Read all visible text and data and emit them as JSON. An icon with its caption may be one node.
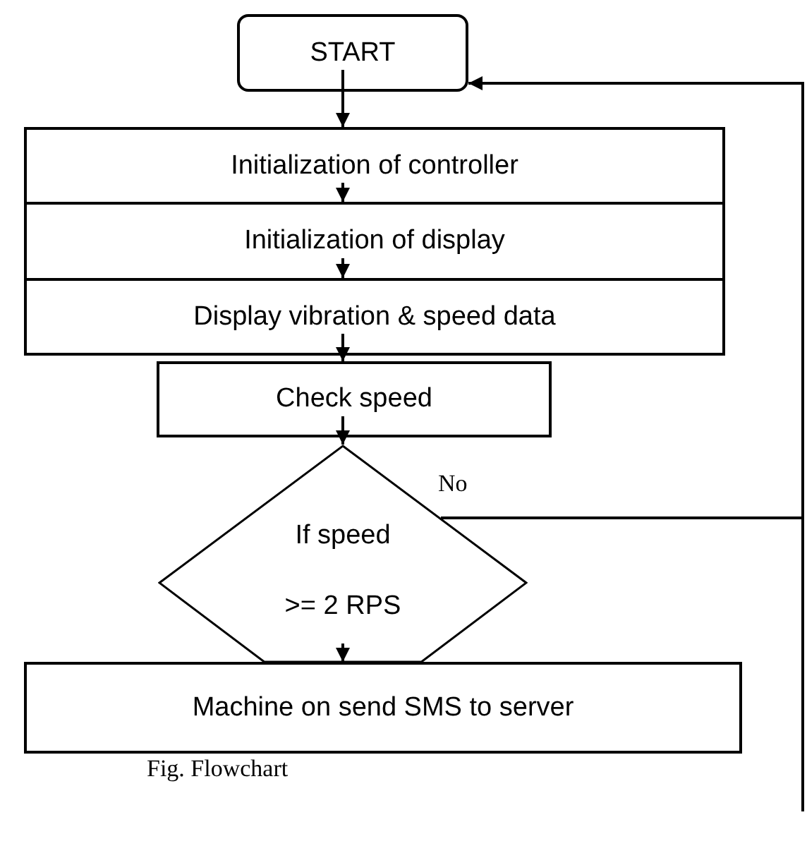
{
  "diagram": {
    "caption": "Fig. Flowchart",
    "nodes": [
      {
        "text": [
          "START"
        ]
      },
      {
        "text": [
          "Initialization of controller"
        ]
      },
      {
        "text": [
          "Initialization of display"
        ]
      },
      {
        "text": [
          "Display vibration & speed data"
        ]
      },
      {
        "text": [
          "Check speed"
        ]
      },
      {
        "text": [
          "If speed >= 2 RPS"
        ]
      },
      {
        "text": [
          "Machine on send SMS to server"
        ]
      }
    ],
    "edges": [
      {
        "from": 0,
        "to": 1,
        "arrow": "to"
      },
      {
        "from": 1,
        "to": 2,
        "arrow": "to"
      },
      {
        "from": 2,
        "to": 3,
        "arrow": "to"
      },
      {
        "from": 3,
        "to": 4,
        "arrow": "to"
      },
      {
        "from": 4,
        "to": 5,
        "arrow": "to"
      },
      {
        "from": 5,
        "to": 6,
        "arrow": "to"
      },
      {
        "from": 5,
        "to": 0,
        "label": "No",
        "arrow": "to"
      }
    ]
  }
}
